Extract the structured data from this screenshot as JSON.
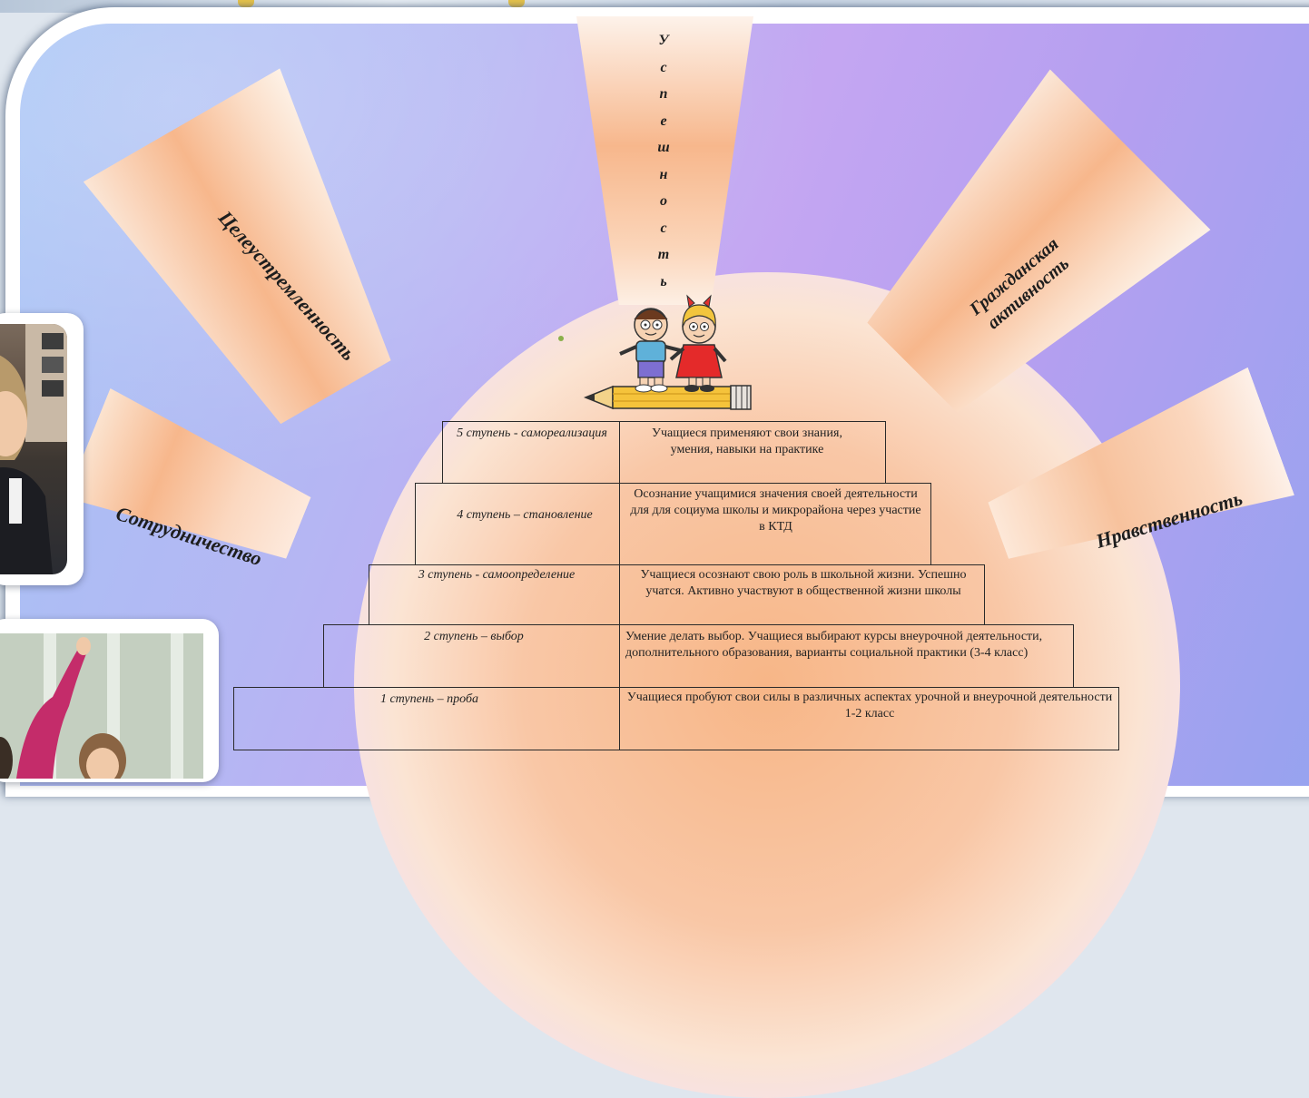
{
  "rays": {
    "top": [
      "У",
      "с",
      "п",
      "е",
      "ш",
      "н",
      "о",
      "с",
      "т",
      "ь"
    ],
    "left": "Целеустремленность",
    "right": "Гражданская активность",
    "lower_left": "Сотрудничество",
    "lower_right": "Нравственность"
  },
  "steps": [
    {
      "title": "5 ступень - самореализация",
      "desc": "Учащиеся применяют свои знания, умения, навыки на практике"
    },
    {
      "title": "4 ступень – становление",
      "desc": "Осознание учащимися значения своей деятельности для для социума школы и микрорайона через участие в КТД"
    },
    {
      "title": "3 ступень - самоопределение",
      "desc": "Учащиеся осознают свою роль в школьной жизни. Успешно учатся. Активно участвуют в общественной жизни школы"
    },
    {
      "title": "2 ступень – выбор",
      "desc": "Умение делать выбор. Учащиеся выбирают курсы внеурочной деятельности, дополнительного образования, варианты социальной практики (3-4 класс)"
    },
    {
      "title": "1 ступень – проба",
      "desc": "Учащиеся пробуют свои силы в различных аспектах урочной и внеурочной деятельности 1-2 класс"
    }
  ]
}
